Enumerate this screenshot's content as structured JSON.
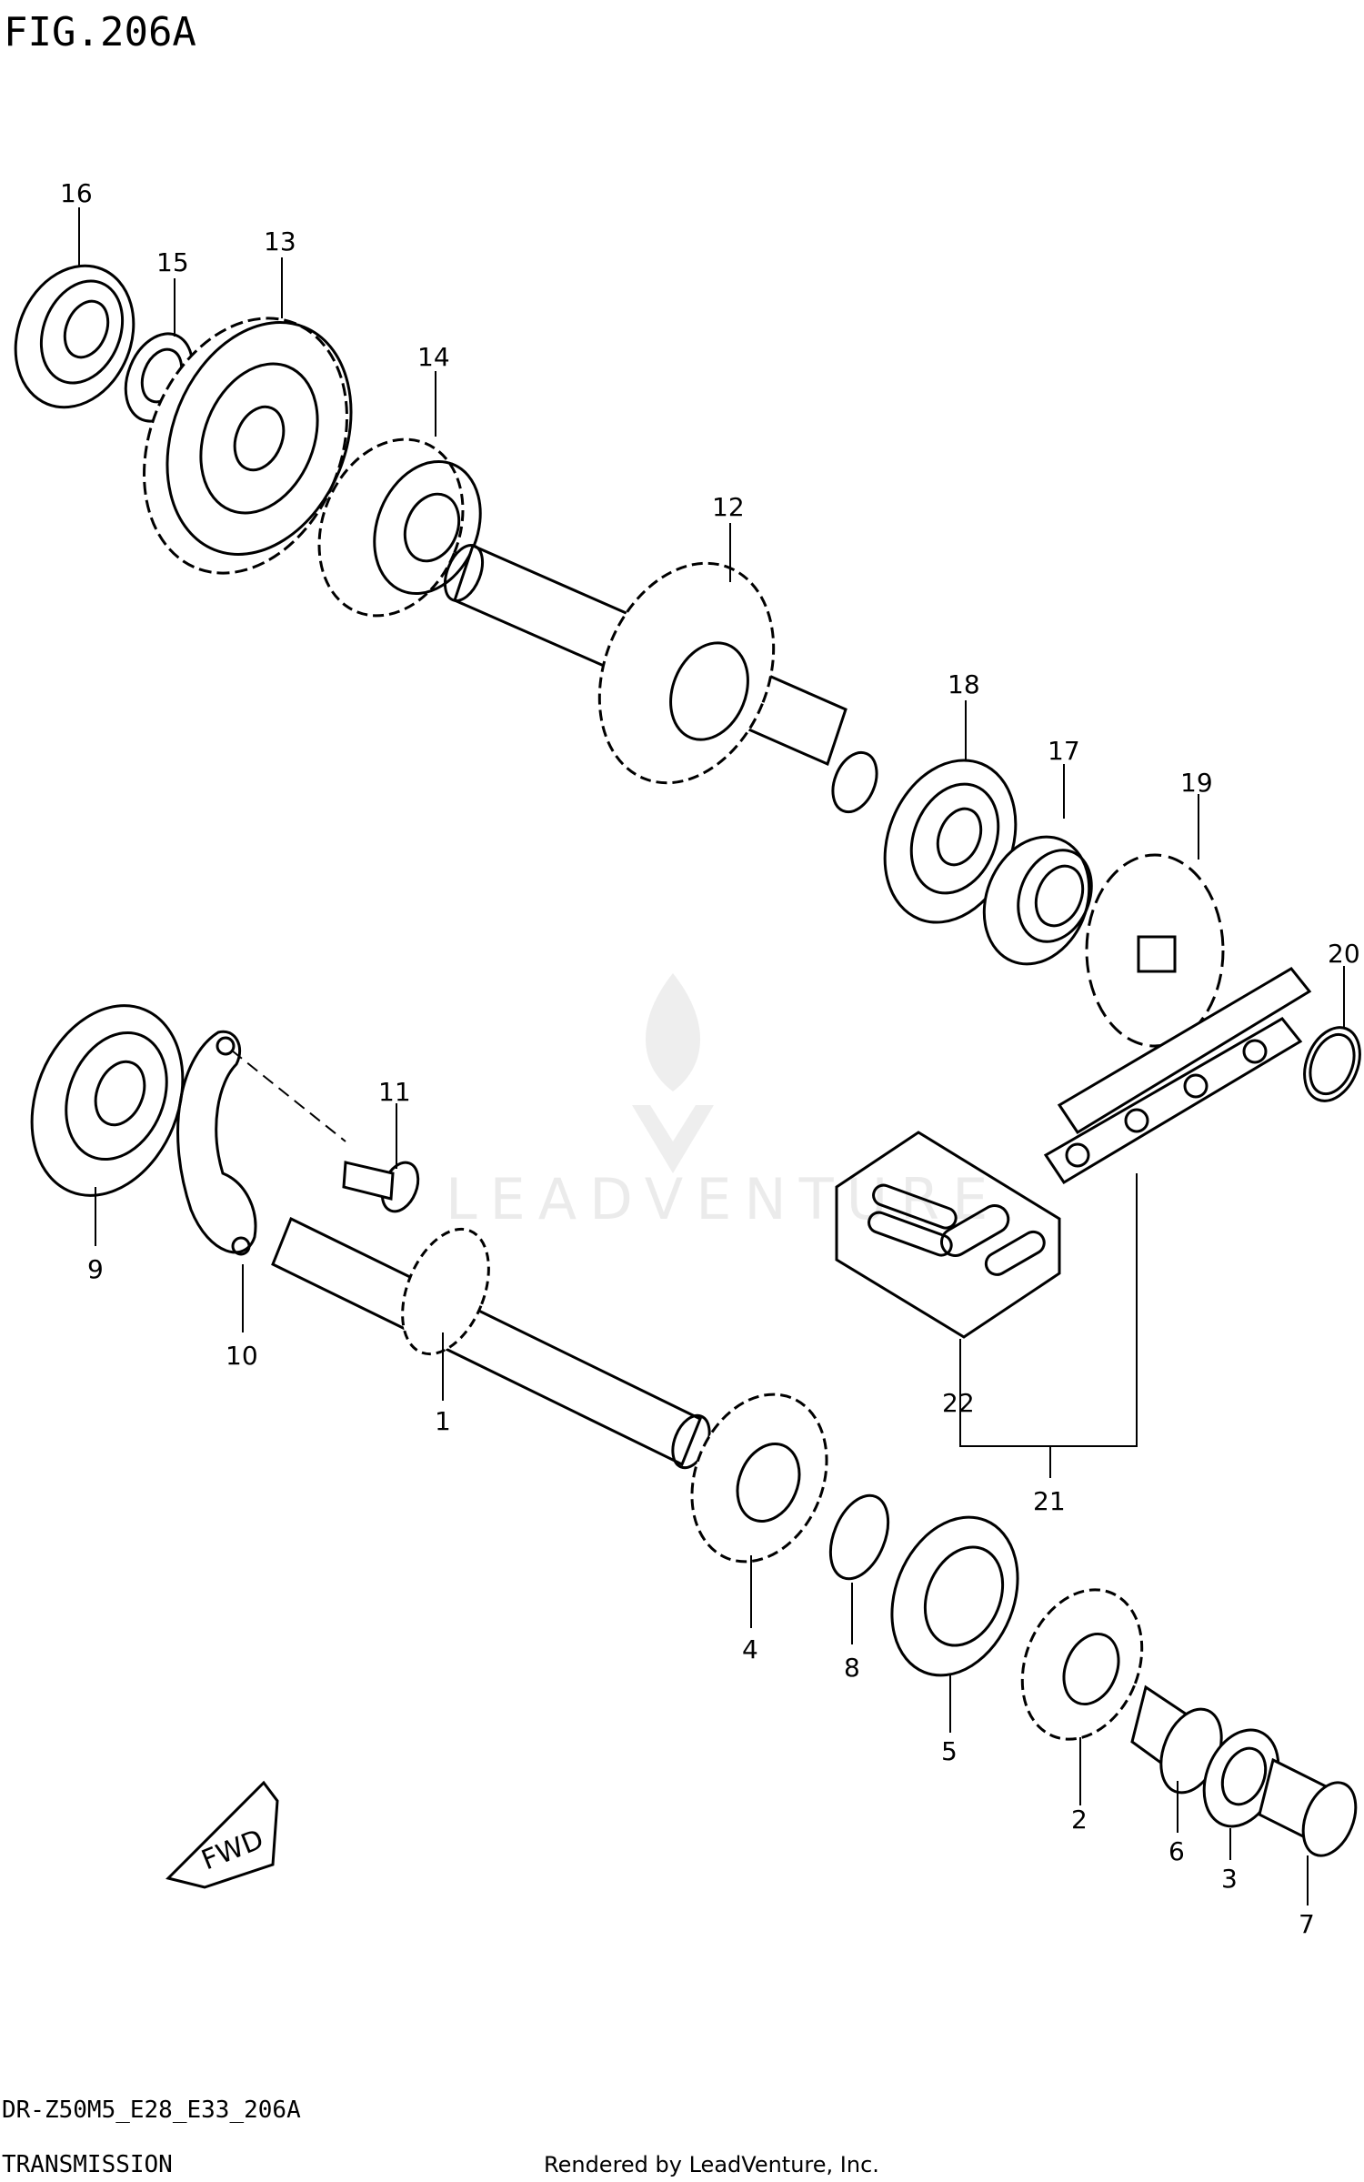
{
  "figure": {
    "title": "FIG.206A",
    "model_code": "DR-Z50M5_E28_E33_206A",
    "section": "TRANSMISSION",
    "credit": "Rendered by LeadVenture, Inc.",
    "watermark": "LEADVENTURE",
    "fwd_label": "FWD"
  },
  "callouts": [
    {
      "label": "1"
    },
    {
      "label": "2"
    },
    {
      "label": "3"
    },
    {
      "label": "4"
    },
    {
      "label": "5"
    },
    {
      "label": "6"
    },
    {
      "label": "7"
    },
    {
      "label": "8"
    },
    {
      "label": "9"
    },
    {
      "label": "10"
    },
    {
      "label": "11"
    },
    {
      "label": "12"
    },
    {
      "label": "13"
    },
    {
      "label": "14"
    },
    {
      "label": "15"
    },
    {
      "label": "16"
    },
    {
      "label": "17"
    },
    {
      "label": "18"
    },
    {
      "label": "19"
    },
    {
      "label": "20"
    },
    {
      "label": "21"
    },
    {
      "label": "22"
    }
  ],
  "colors": {
    "ink": "#000000",
    "paper": "#ffffff",
    "watermark": "#d0d0d0"
  }
}
